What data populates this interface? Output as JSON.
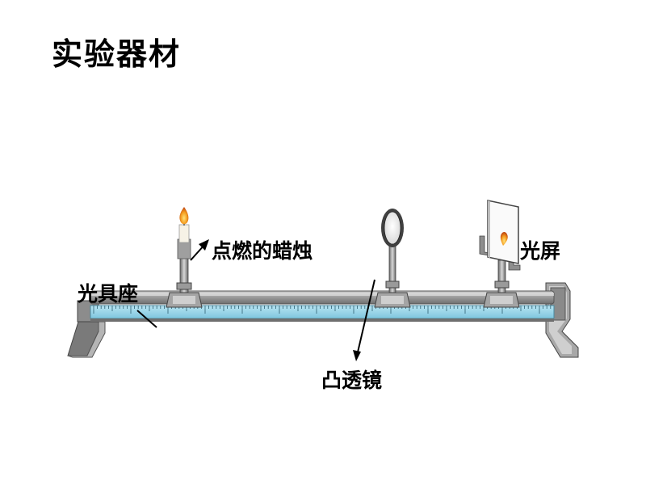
{
  "title": "实验器材",
  "labels": {
    "candle": "点燃的蜡烛",
    "screen": "光屏",
    "holder": "光具座",
    "lens": "凸透镜"
  }
}
